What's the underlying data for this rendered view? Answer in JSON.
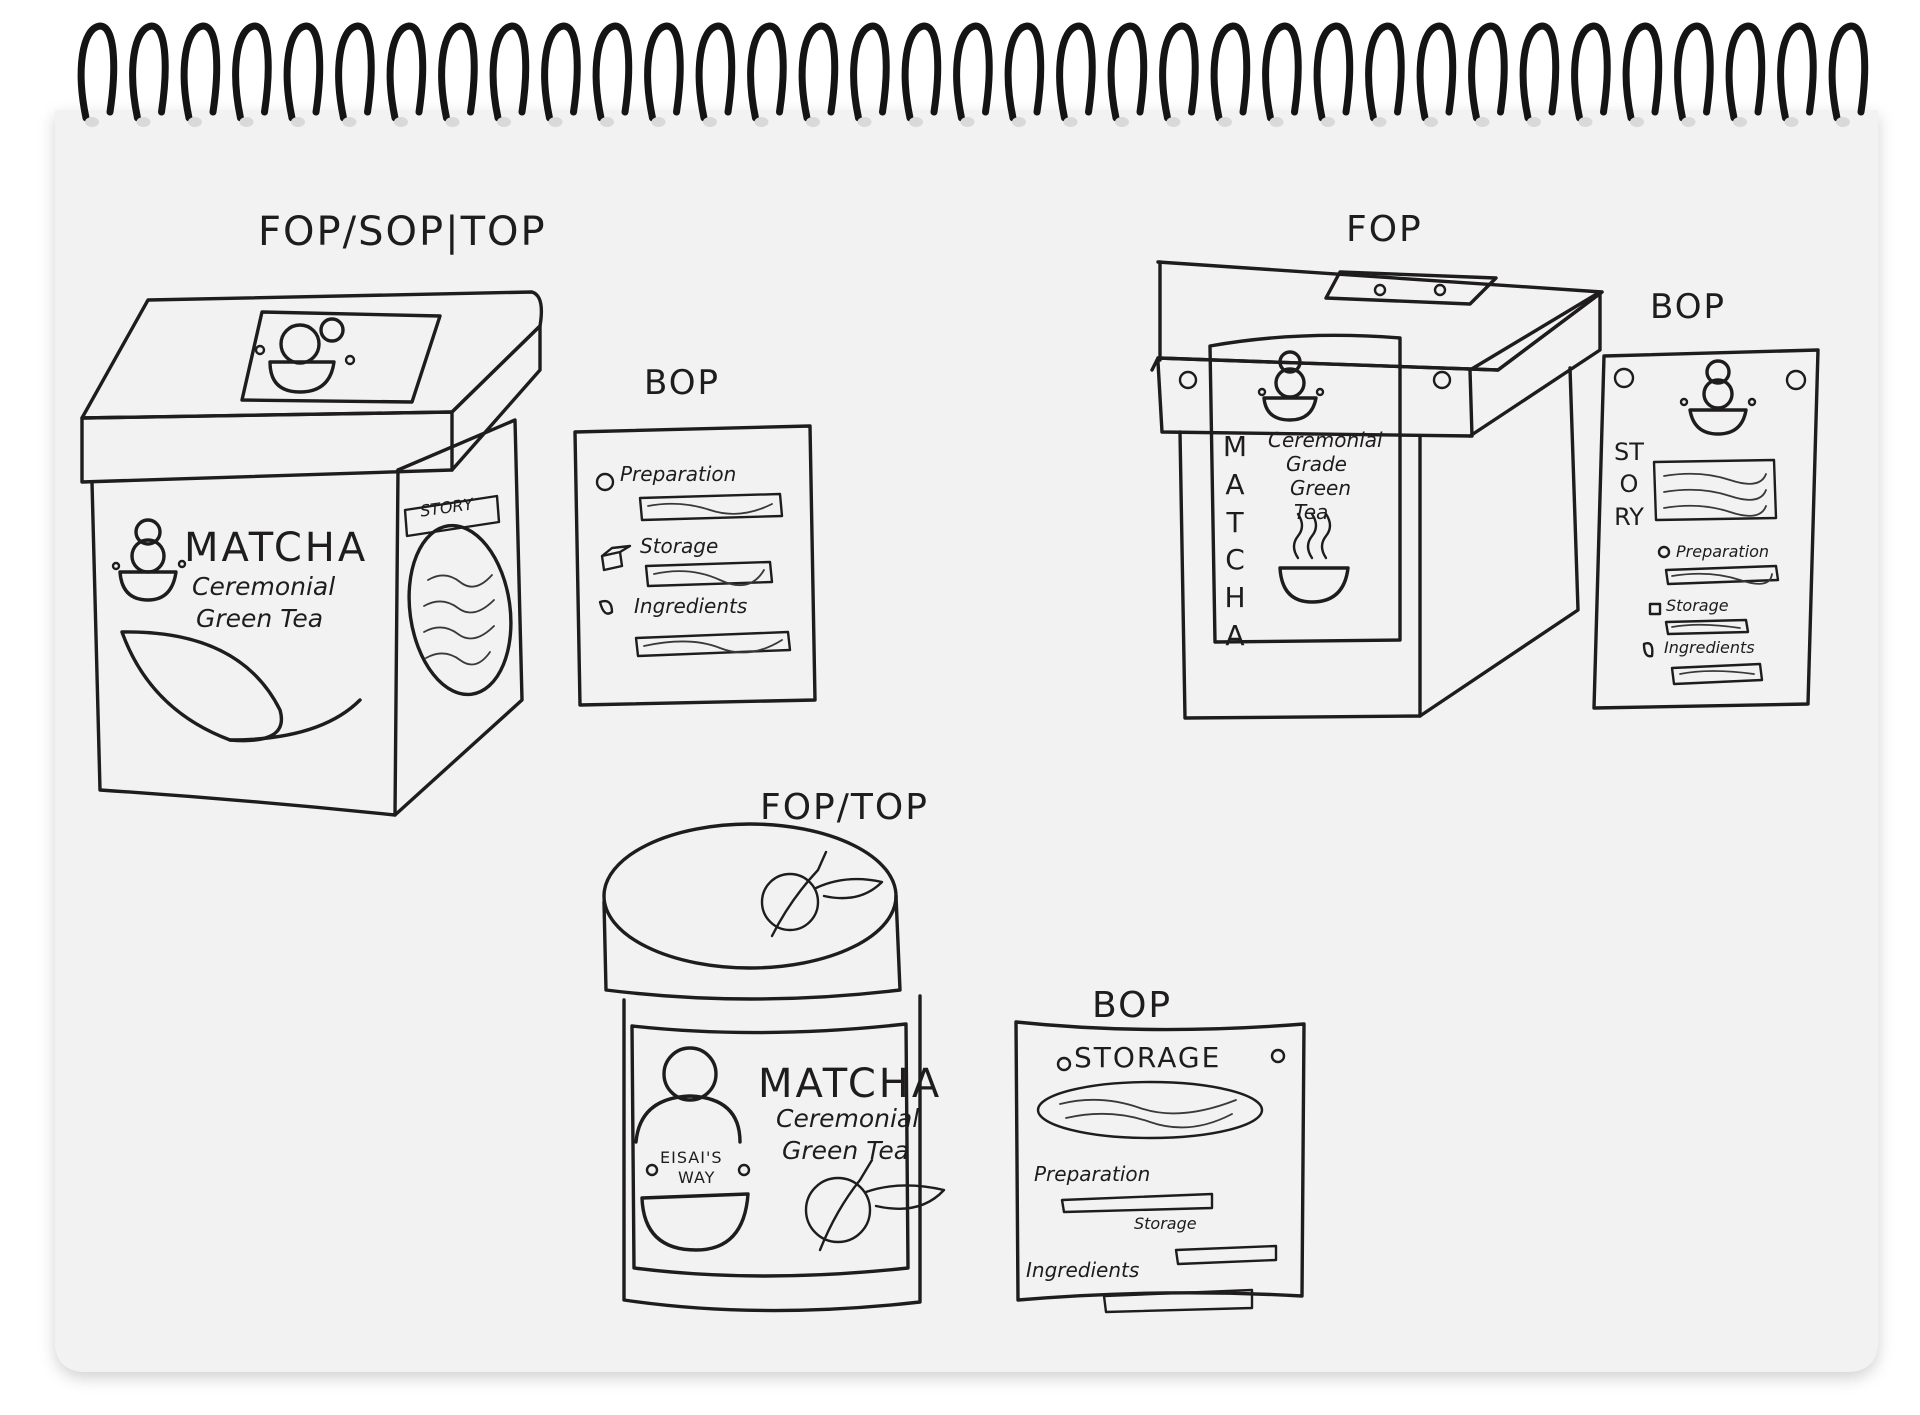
{
  "sketch1": {
    "title": "FOP/SOP|TOP",
    "brand": "MATCHA",
    "sub1": "Ceremonial",
    "sub2": "Green Tea",
    "story": "STORY",
    "bop": {
      "title": "BOP",
      "items": [
        "Preparation",
        "Storage",
        "Ingredients"
      ]
    }
  },
  "sketch2": {
    "title": "FOP",
    "brand_vertical": "MATCHA",
    "sub1": "Ceremonial",
    "sub2": "Grade",
    "sub3": "Green",
    "sub4": "Tea",
    "bop": {
      "title": "BOP",
      "story_vertical": "STORY",
      "items": [
        "Preparation",
        "Storage",
        "Ingredients"
      ]
    }
  },
  "sketch3": {
    "title": "FOP/TOP",
    "brand": "MATCHA",
    "sub1": "Ceremonial",
    "sub2": "Green Tea",
    "badge1": "EISAI'S",
    "badge2": "WAY",
    "bop": {
      "title": "BOP",
      "storage": "STORAGE",
      "items": [
        "Preparation",
        "Storage",
        "Ingredients"
      ]
    }
  },
  "colors": {
    "ink": "#1e1c1c",
    "paper": "#f2f2f2",
    "spiral": "#141414"
  }
}
